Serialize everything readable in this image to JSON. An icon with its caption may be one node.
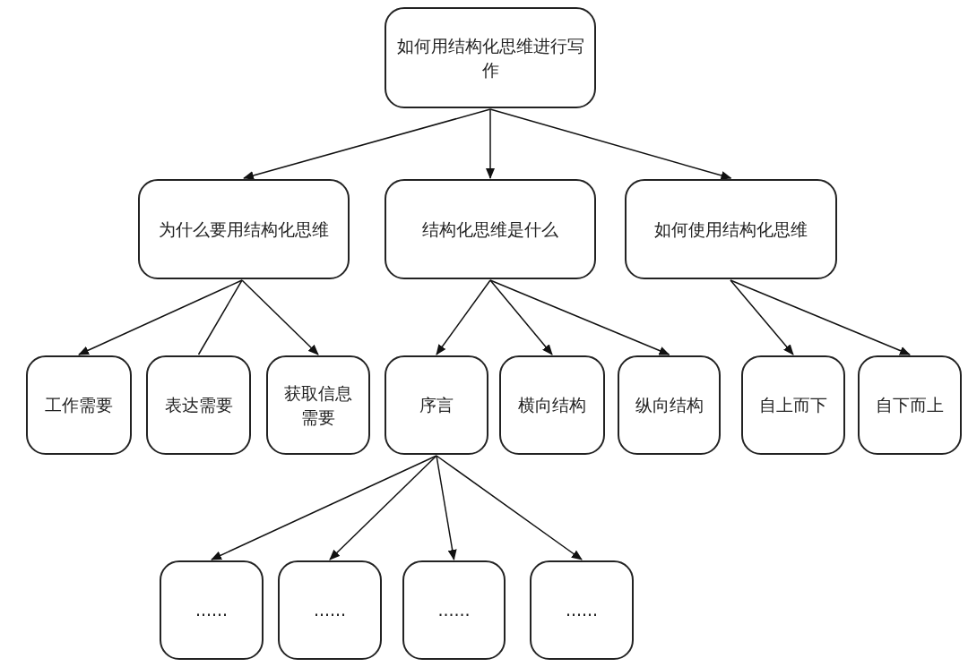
{
  "diagram": {
    "nodes": [
      {
        "text": [
          "如何用结构化思维进行写作"
        ]
      },
      {
        "text": [
          "为什么要用结构化思维"
        ]
      },
      {
        "text": [
          "结构化思维是什么"
        ]
      },
      {
        "text": [
          "如何使用结构化思维"
        ]
      },
      {
        "text": [
          "工作需要"
        ]
      },
      {
        "text": [
          "表达需要"
        ]
      },
      {
        "text": [
          "获取信息需要"
        ]
      },
      {
        "text": [
          "序言"
        ]
      },
      {
        "text": [
          "横向结构"
        ]
      },
      {
        "text": [
          "纵向结构"
        ]
      },
      {
        "text": [
          "自上而下"
        ]
      },
      {
        "text": [
          "自下而上"
        ]
      },
      {
        "text": [
          "......"
        ]
      },
      {
        "text": [
          "......"
        ]
      },
      {
        "text": [
          "......"
        ]
      },
      {
        "text": [
          "......"
        ]
      }
    ],
    "edges": [
      {
        "from": 0,
        "to": 1,
        "arrow": "to"
      },
      {
        "from": 0,
        "to": 2,
        "arrow": "to"
      },
      {
        "from": 0,
        "to": 3,
        "arrow": "to"
      },
      {
        "from": 1,
        "to": 4,
        "arrow": "to"
      },
      {
        "from": 1,
        "to": 5,
        "arrow": "none"
      },
      {
        "from": 1,
        "to": 6,
        "arrow": "to"
      },
      {
        "from": 2,
        "to": 7,
        "arrow": "to"
      },
      {
        "from": 2,
        "to": 8,
        "arrow": "to"
      },
      {
        "from": 2,
        "to": 9,
        "arrow": "to"
      },
      {
        "from": 3,
        "to": 10,
        "arrow": "to"
      },
      {
        "from": 3,
        "to": 11,
        "arrow": "to"
      },
      {
        "from": 7,
        "to": 12,
        "arrow": "to"
      },
      {
        "from": 7,
        "to": 13,
        "arrow": "to"
      },
      {
        "from": 7,
        "to": 14,
        "arrow": "to"
      },
      {
        "from": 7,
        "to": 15,
        "arrow": "to"
      }
    ]
  }
}
